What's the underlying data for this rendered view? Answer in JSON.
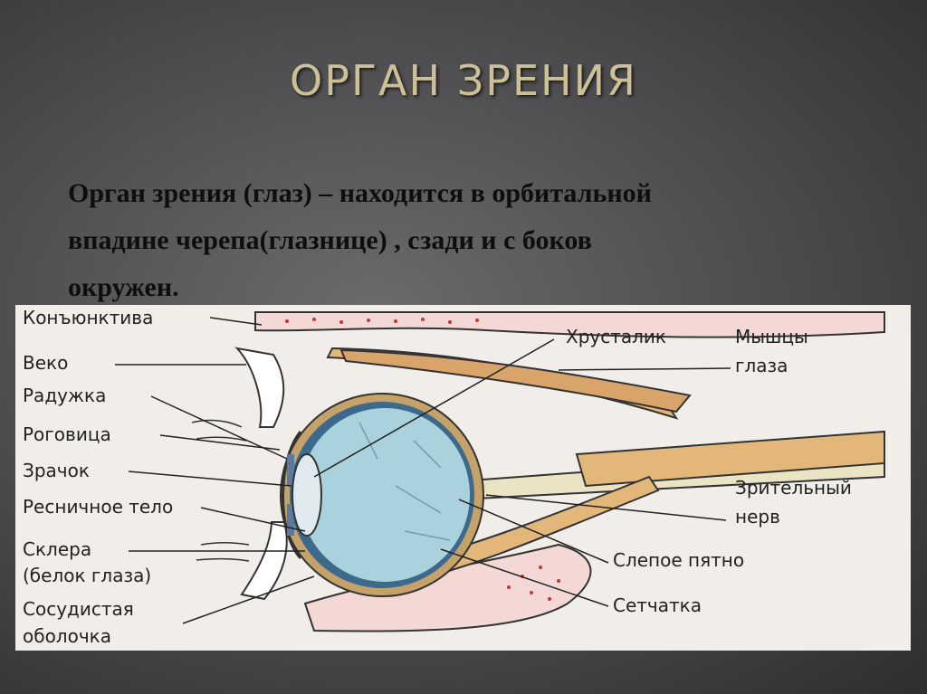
{
  "slide": {
    "title": "ОРГАН ЗРЕНИЯ",
    "text_lines": [
      "Орган зрения (глаз) – находится в орбитальной",
      "впадине черепа(глазнице) , сзади и с боков",
      "окружен."
    ]
  },
  "diagram": {
    "labels_left": [
      "Конъюнктива",
      "Веко",
      "Радужка",
      "Роговица",
      "Зрачок",
      "Ресничное тело",
      "Склера",
      "(белок глаза)",
      "Сосудистая",
      "оболочка"
    ],
    "labels_right": [
      "Хрусталик",
      "Мышцы",
      "глаза",
      "Зрительный",
      "нерв",
      "Слепое пятно",
      "Сетчатка"
    ]
  }
}
